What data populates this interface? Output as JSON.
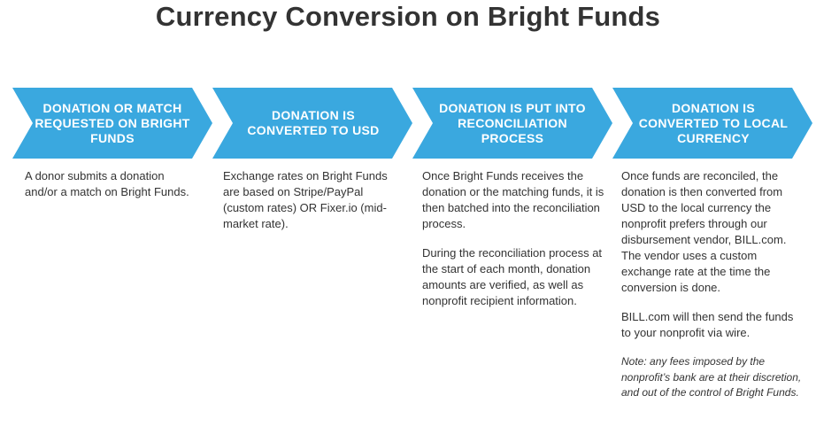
{
  "title": "Currency Conversion on Bright Funds",
  "colors": {
    "chevron_fill": "#3aa8df",
    "label_text": "#ffffff",
    "body_text": "#333333"
  },
  "steps": [
    {
      "label": "DONATION OR MATCH REQUESTED ON BRIGHT FUNDS",
      "paragraphs": [
        "A donor submits a donation and/or a match on Bright Funds."
      ]
    },
    {
      "label": "DONATION IS CONVERTED TO USD",
      "paragraphs": [
        "Exchange rates on Bright Funds are based on Stripe/PayPal (custom rates) OR Fixer.io (mid-market rate)."
      ]
    },
    {
      "label": "DONATION IS PUT INTO RECONCILIATION PROCESS",
      "paragraphs": [
        "Once Bright Funds receives the donation or the matching funds, it is then batched into the reconciliation process.",
        "During the reconciliation process at the start of each month, donation amounts are verified, as well as nonprofit recipient information."
      ]
    },
    {
      "label": "DONATION IS CONVERTED TO LOCAL CURRENCY",
      "paragraphs": [
        "Once funds are reconciled, the donation is then converted from USD to the local currency the nonprofit prefers through our disbursement vendor, BILL.com. The vendor uses a custom exchange rate at the time the conversion is done.",
        "BILL.com will then send the funds to your nonprofit via wire."
      ],
      "note": "Note: any fees imposed by the nonprofit’s bank are at their discretion, and out of the control of Bright Funds."
    }
  ]
}
